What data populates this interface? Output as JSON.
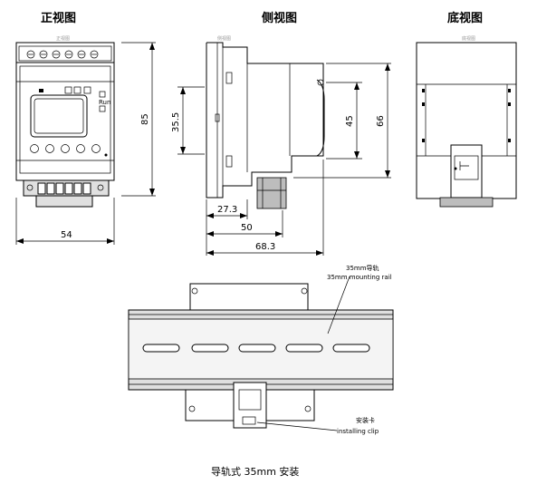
{
  "titles": {
    "front": "正视图",
    "side": "侧视图",
    "bottom": "底视图"
  },
  "tiny_labels": {
    "front": "正视图",
    "side": "侧视图",
    "bottom": "底视图"
  },
  "device": {
    "run_label": "Run"
  },
  "dimensions": {
    "height_85": "85",
    "width_54": "54",
    "d_35_5": "35.5",
    "d_45": "45",
    "d_66": "66",
    "d_27_3": "27.3",
    "d_50": "50",
    "d_68_3": "68.3"
  },
  "rail": {
    "label_cn": "35mm导轨",
    "label_en": "35mm mounting rail",
    "clip_cn": "安装卡",
    "clip_en": "installing clip"
  },
  "caption": "导轨式 35mm 安装"
}
